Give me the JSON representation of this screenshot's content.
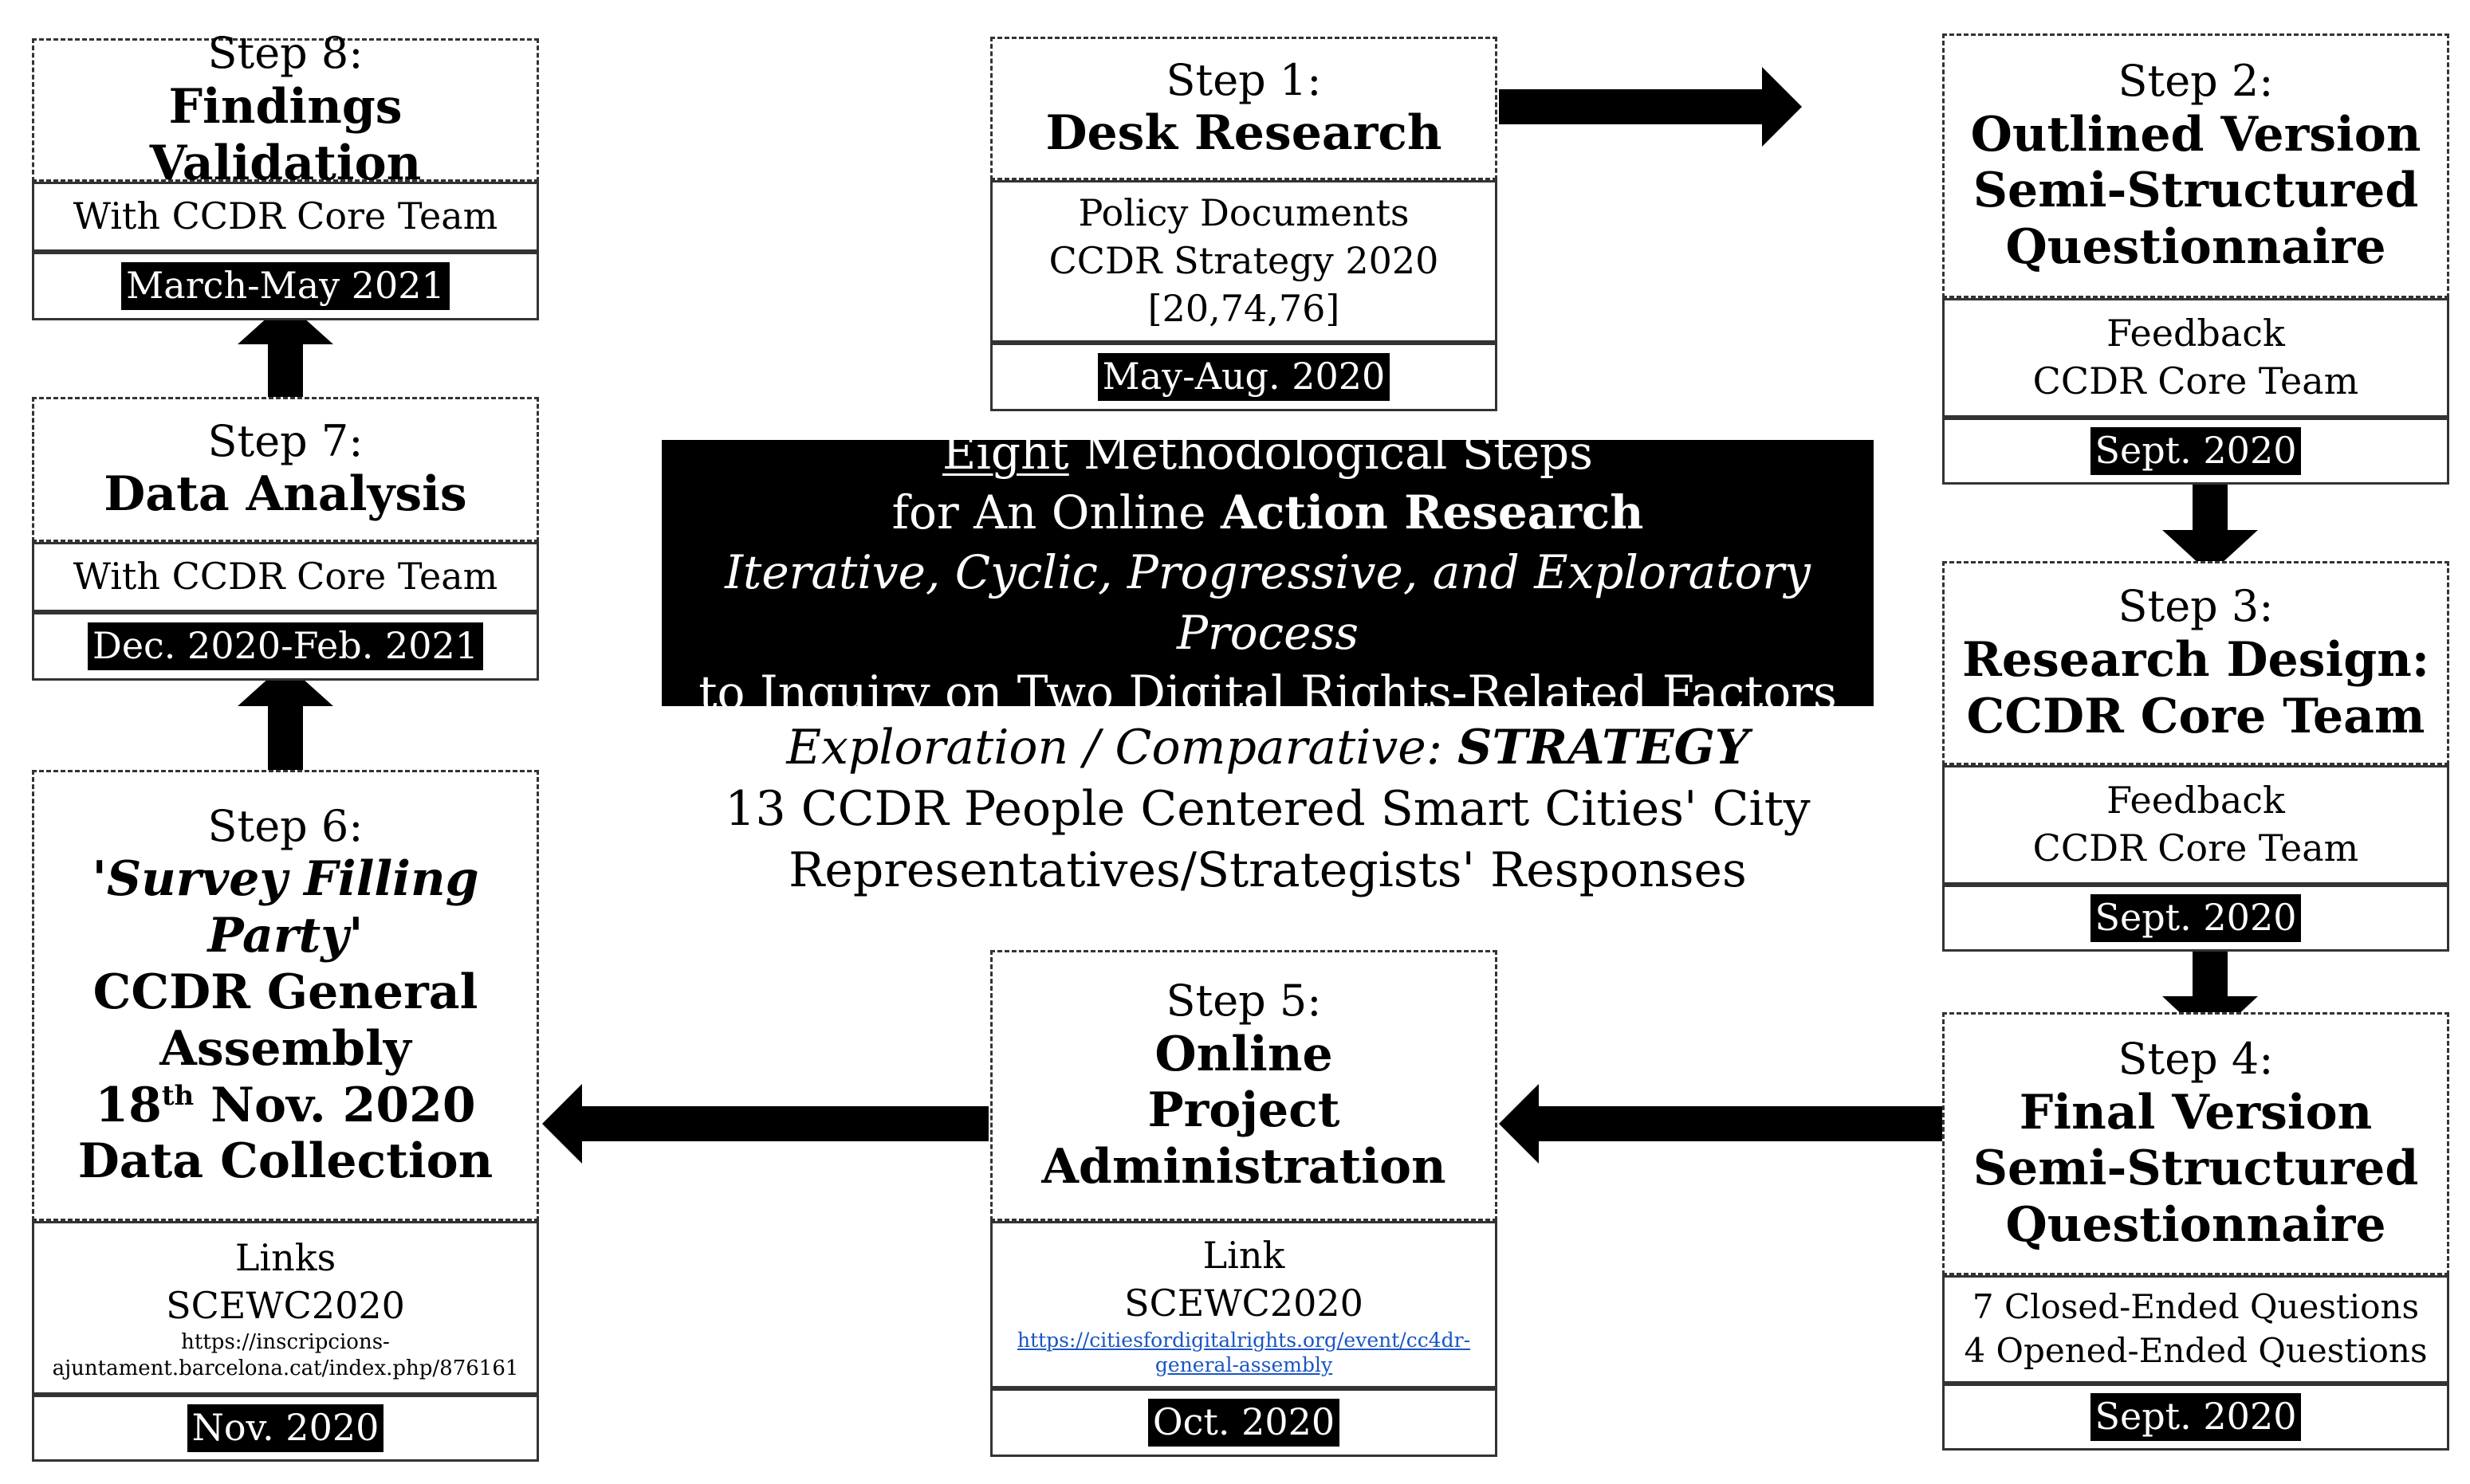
{
  "center": {
    "line1_under": "Eight",
    "line1_rest": " Methodological Steps",
    "line2_pre": "for An Online ",
    "line2_bold": "Action Research",
    "line3": "Iterative, Cyclic, Progressive, and Exploratory Process",
    "line4_pre": "to Inquiry on ",
    "line4_under": "Two",
    "line4_rest": " Digital Rights-Related Factors",
    "sub1_ital": "Exploration / Comparative: ",
    "sub1_bold": "STRATEGY",
    "sub2": "13 CCDR People Centered Smart Cities' City",
    "sub3": "Representatives/Strategists' Responses"
  },
  "steps": {
    "s1": {
      "num": "Step 1:",
      "title": "Desk Research",
      "info": [
        "Policy Documents",
        "CCDR Strategy 2020",
        "[20,74,76]"
      ],
      "date": "May-Aug. 2020"
    },
    "s2": {
      "num": "Step 2:",
      "title": [
        "Outlined Version",
        "Semi-Structured",
        "Questionnaire"
      ],
      "info": [
        "Feedback",
        "CCDR Core Team"
      ],
      "date": "Sept. 2020"
    },
    "s3": {
      "num": "Step 3:",
      "title": [
        "Research Design:",
        "CCDR Core Team"
      ],
      "info": [
        "Feedback",
        "CCDR Core Team"
      ],
      "date": "Sept. 2020"
    },
    "s4": {
      "num": "Step 4:",
      "title": [
        "Final Version",
        "Semi-Structured",
        "Questionnaire"
      ],
      "info": [
        "7 Closed-Ended Questions",
        "4 Opened-Ended Questions"
      ],
      "date": "Sept. 2020"
    },
    "s5": {
      "num": "Step 5:",
      "title": [
        "Online",
        "Project",
        "Administration"
      ],
      "info": [
        "Link",
        "SCEWC2020"
      ],
      "url": [
        "https://citiesfordigitalrights.org/event/cc4dr-",
        "general-assembly"
      ],
      "date": "Oct. 2020"
    },
    "s6": {
      "num": "Step 6:",
      "title_ital": [
        "'Survey Filling",
        "Party"
      ],
      "title_quote": "'",
      "title": [
        "CCDR General",
        "Assembly"
      ],
      "date_line_pre": "18",
      "date_line_sup": "th",
      "date_line_post": " Nov. 2020",
      "title_last": "Data Collection",
      "info": [
        "Links",
        "SCEWC2020"
      ],
      "url": [
        "https://inscripcions-",
        "ajuntament.barcelona.cat/index.php/876161"
      ],
      "date": "Nov. 2020"
    },
    "s7": {
      "num": "Step 7:",
      "title": "Data Analysis",
      "info": [
        "With CCDR Core Team"
      ],
      "date": "Dec. 2020-Feb. 2021"
    },
    "s8": {
      "num": "Step 8:",
      "title": "Findings Validation",
      "info": [
        "With CCDR Core Team"
      ],
      "date": "March-May 2021"
    }
  }
}
